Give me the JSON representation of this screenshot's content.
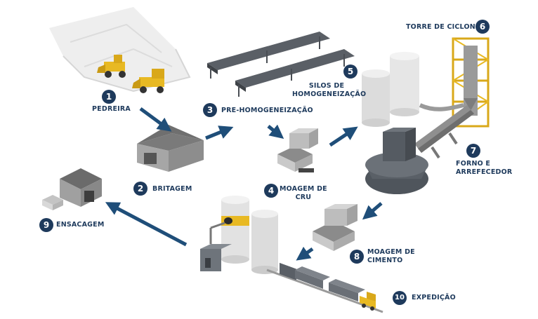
{
  "colors": {
    "arrow": "#1f4e79",
    "badge": "#1e3a5c",
    "label": "#1e3a5c",
    "accent_yellow": "#e8b923",
    "building_gray": "#9a9a9a",
    "ground": "#e4e4e4"
  },
  "steps": [
    {
      "num": "1",
      "label": "PEDREIRA"
    },
    {
      "num": "2",
      "label": "BRITAGEM"
    },
    {
      "num": "3",
      "label": "PRE-HOMOGENEIZAÇÃO"
    },
    {
      "num": "4",
      "label_line1": "MOAGEM DE",
      "label_line2": "CRU"
    },
    {
      "num": "5",
      "label_line1": "SILOS DE",
      "label_line2": "HOMOGENEIZAÇÃO"
    },
    {
      "num": "6",
      "label": "TORRE DE CICLONE"
    },
    {
      "num": "7",
      "label_line1": "FORNO E",
      "label_line2": "ARREFECEDOR"
    },
    {
      "num": "8",
      "label_line1": "MOAGEM DE",
      "label_line2": "CIMENTO"
    },
    {
      "num": "9",
      "label": "ENSACAGEM"
    },
    {
      "num": "10",
      "label": "EXPEDIÇÃO"
    }
  ]
}
